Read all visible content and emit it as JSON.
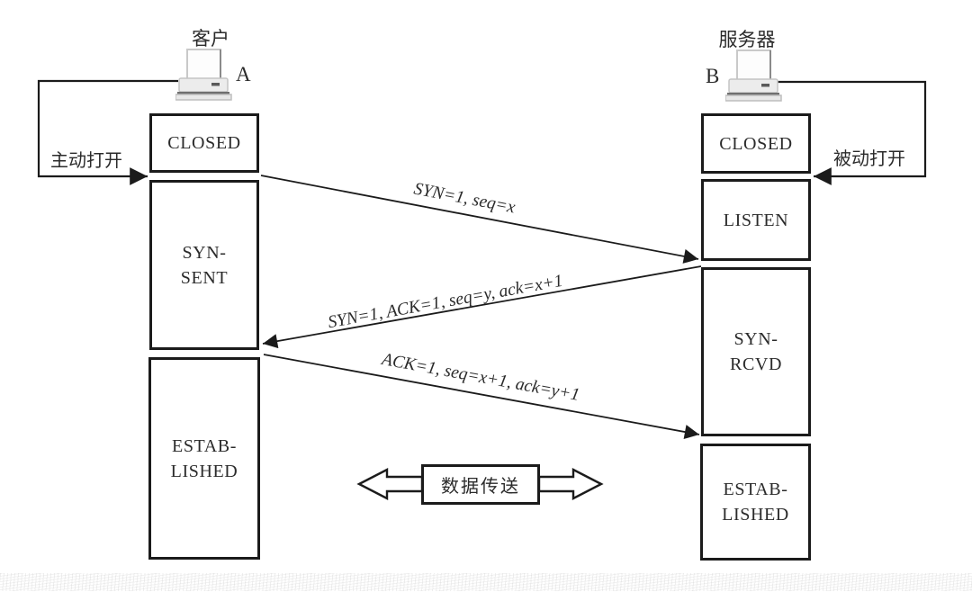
{
  "client": {
    "title": "客户",
    "letter": "A",
    "open_label": "主动打开",
    "states": {
      "closed": "CLOSED",
      "syn_sent_1": "SYN-",
      "syn_sent_2": "SENT",
      "estab_1": "ESTAB-",
      "estab_2": "LISHED"
    }
  },
  "server": {
    "title": "服务器",
    "letter": "B",
    "open_label": "被动打开",
    "states": {
      "closed": "CLOSED",
      "listen": "LISTEN",
      "syn_rcvd_1": "SYN-",
      "syn_rcvd_2": "RCVD",
      "estab_1": "ESTAB-",
      "estab_2": "LISHED"
    }
  },
  "messages": {
    "syn": "SYN=1, seq=x",
    "syn_ack": "SYN=1, ACK=1, seq=y, ack=x+1",
    "ack": "ACK=1, seq=x+1, ack=y+1"
  },
  "data_transfer_label": "数据传送",
  "colors": {
    "line": "#1b1b1b",
    "text": "#2b2b2b"
  }
}
